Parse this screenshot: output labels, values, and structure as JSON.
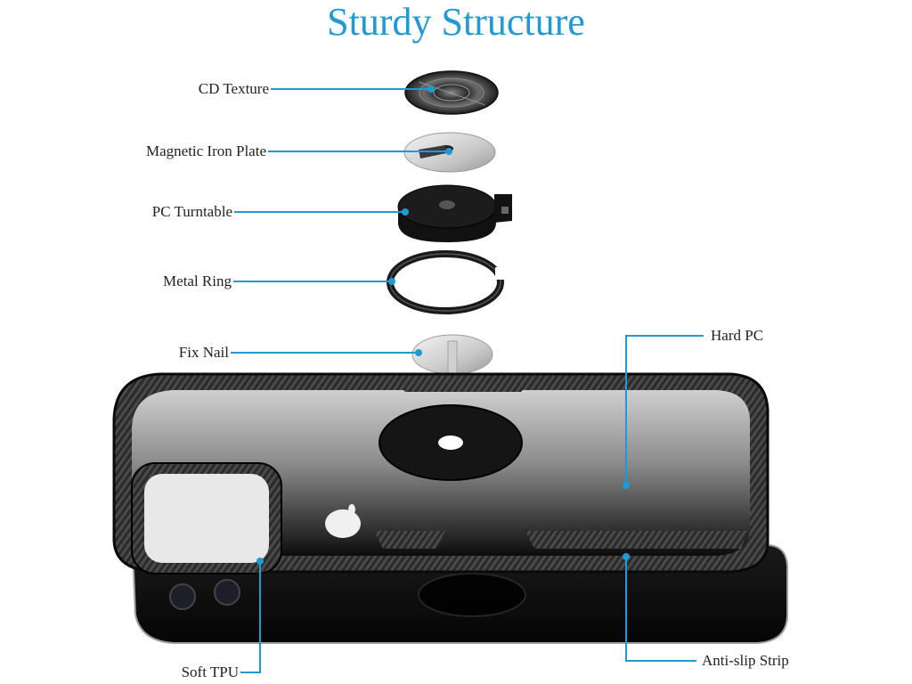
{
  "title": "Sturdy Structure",
  "accent_color": "#1f9ad6",
  "parts": {
    "cd_texture": "CD Texture",
    "magnetic_iron_plate": "Magnetic Iron Plate",
    "pc_turntable": "PC Turntable",
    "metal_ring": "Metal Ring",
    "fix_nail": "Fix Nail",
    "hard_pc": "Hard PC",
    "soft_tpu": "Soft TPU",
    "anti_slip_strip": "Anti-slip Strip"
  }
}
